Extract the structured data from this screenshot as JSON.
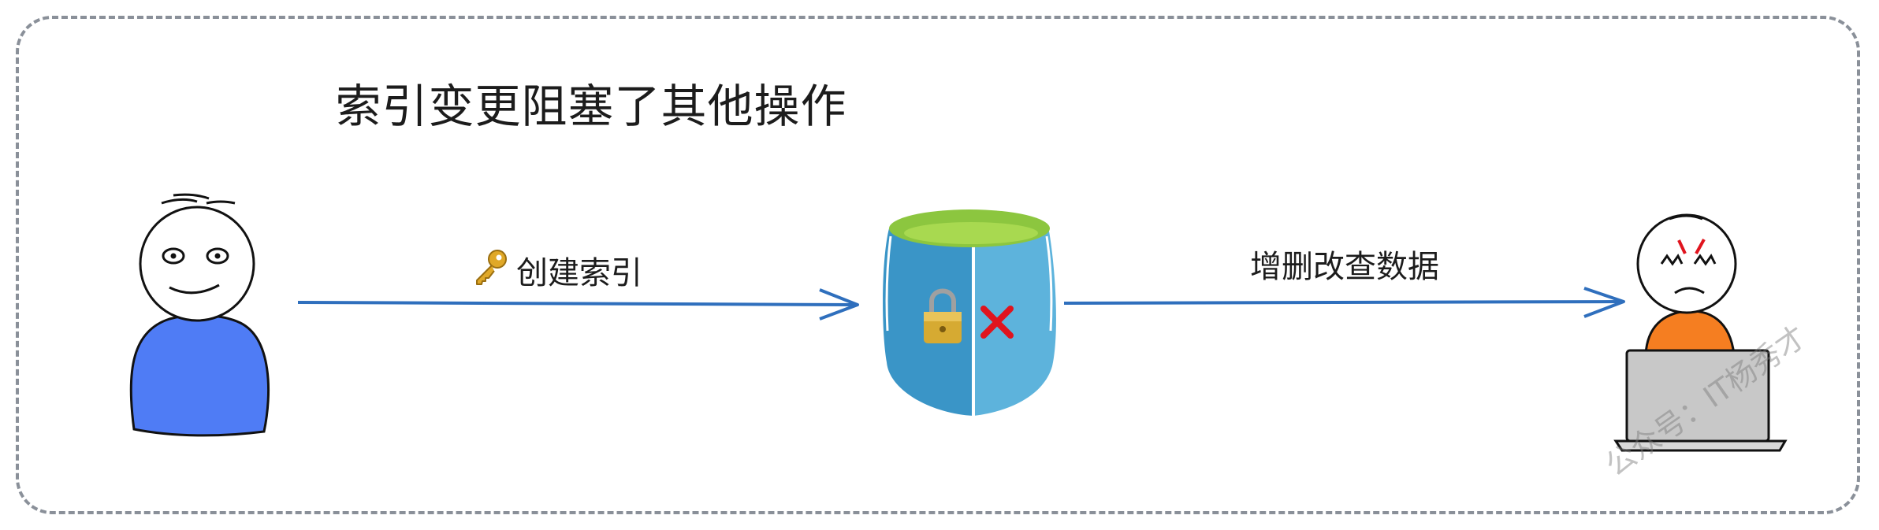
{
  "title": "索引变更阻塞了其他操作",
  "left_action": {
    "icon": "key-icon",
    "label": "创建索引"
  },
  "right_action": {
    "label": "增删改查数据"
  },
  "database": {
    "lock_icon": "padlock-icon",
    "blocked_icon": "cross-icon"
  },
  "watermark": "公众号：IT杨秀才",
  "colors": {
    "arrow": "#2f6fbd",
    "user_body": "#4f7cf5",
    "dev_shirt": "#f57e21",
    "db_top": "#8cc63f",
    "db_left": "#3a95c7",
    "db_right": "#5db3dc",
    "cross": "#e0141e",
    "laptop": "#c8c8c8"
  }
}
